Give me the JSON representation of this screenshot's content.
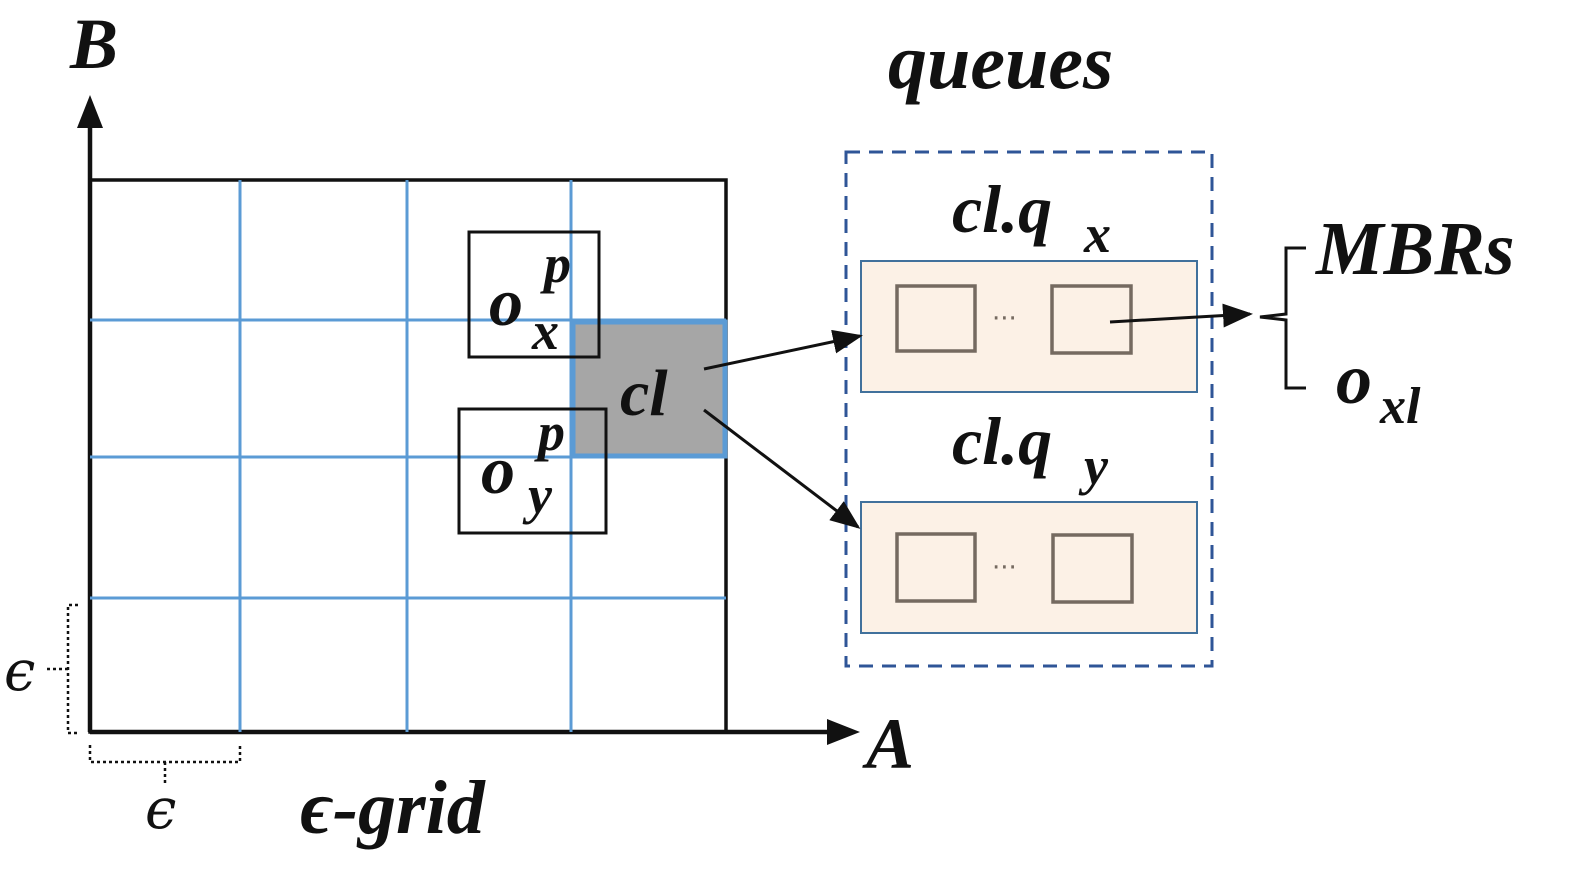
{
  "axes": {
    "y_label": "B",
    "x_label": "A"
  },
  "grid": {
    "caption": "ϵ-grid",
    "eps_x": "ϵ",
    "eps_y": "ϵ"
  },
  "objects": {
    "ox": {
      "base": "o",
      "sup": "p",
      "sub": "x"
    },
    "oy": {
      "base": "o",
      "sup": "p",
      "sub": "y"
    },
    "cell": "cl"
  },
  "queues": {
    "title": "queues",
    "qx": {
      "label": "cl.q",
      "sub": "x"
    },
    "qy": {
      "label": "cl.q",
      "sub": "y"
    },
    "ellipsis": "···"
  },
  "legend": {
    "mbrs": "MBRs",
    "oxl": {
      "base": "o",
      "sub": "xl"
    }
  },
  "colors": {
    "grid_line": "#5b9bd5",
    "cell_fill": "#a6a6a6",
    "queue_fill": "#fcf1e6",
    "queue_border": "#41719c",
    "dash_border": "#2f5597",
    "mbr_box": "#756a60",
    "ink": "#111111"
  }
}
